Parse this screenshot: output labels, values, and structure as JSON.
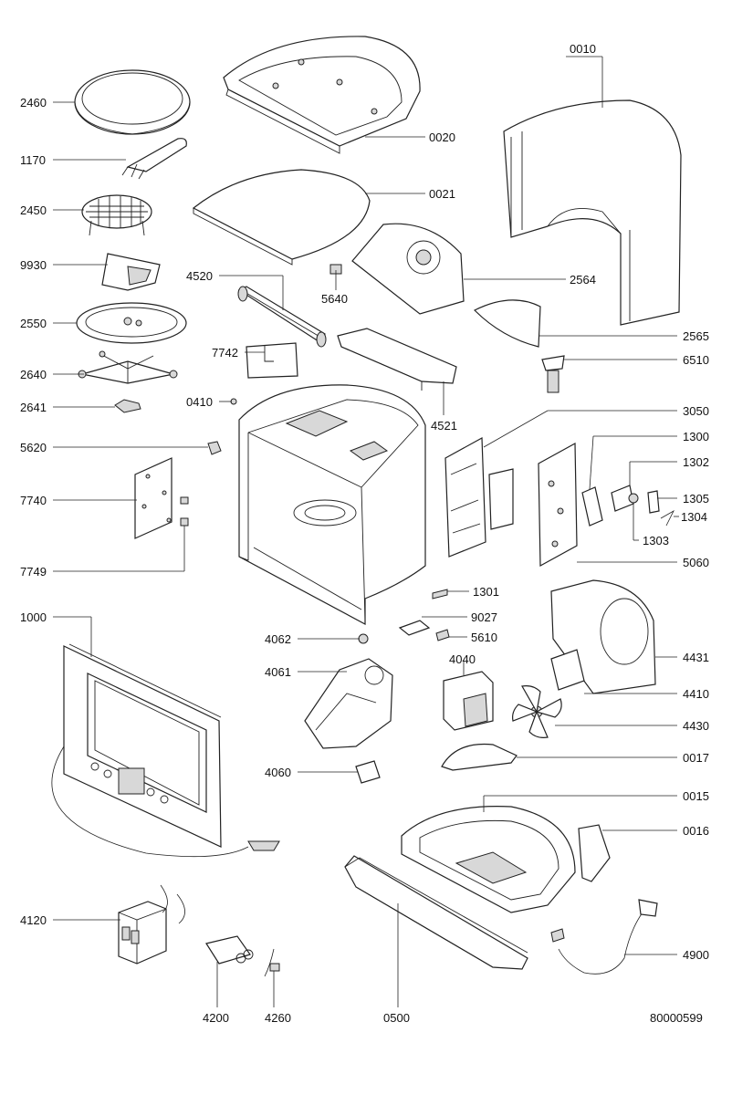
{
  "labels": {
    "l2460": "2460",
    "l1170": "1170",
    "l2450": "2450",
    "l9930": "9930",
    "l2550": "2550",
    "l2640": "2640",
    "l2641": "2641",
    "l5620": "5620",
    "l7740": "7740",
    "l7749": "7749",
    "l1000": "1000",
    "l4120": "4120",
    "l4200": "4200",
    "l4260": "4260",
    "l0500": "0500",
    "l0020": "0020",
    "l0021": "0021",
    "l4520": "4520",
    "l5640": "5640",
    "l7742": "7742",
    "l0410": "0410",
    "l4521": "4521",
    "l4062": "4062",
    "l4061": "4061",
    "l4060": "4060",
    "l0010": "0010",
    "l2564": "2564",
    "l2565": "2565",
    "l6510": "6510",
    "l3050": "3050",
    "l1300": "1300",
    "l1302": "1302",
    "l1305": "1305",
    "l1304": "1304",
    "l1303": "1303",
    "l5060": "5060",
    "l1301": "1301",
    "l9027": "9027",
    "l5610": "5610",
    "l4040": "4040",
    "l4431": "4431",
    "l4410": "4410",
    "l4430": "4430",
    "l0017": "0017",
    "l0015": "0015",
    "l0016": "0016",
    "l4900": "4900"
  },
  "reference": "80000599"
}
